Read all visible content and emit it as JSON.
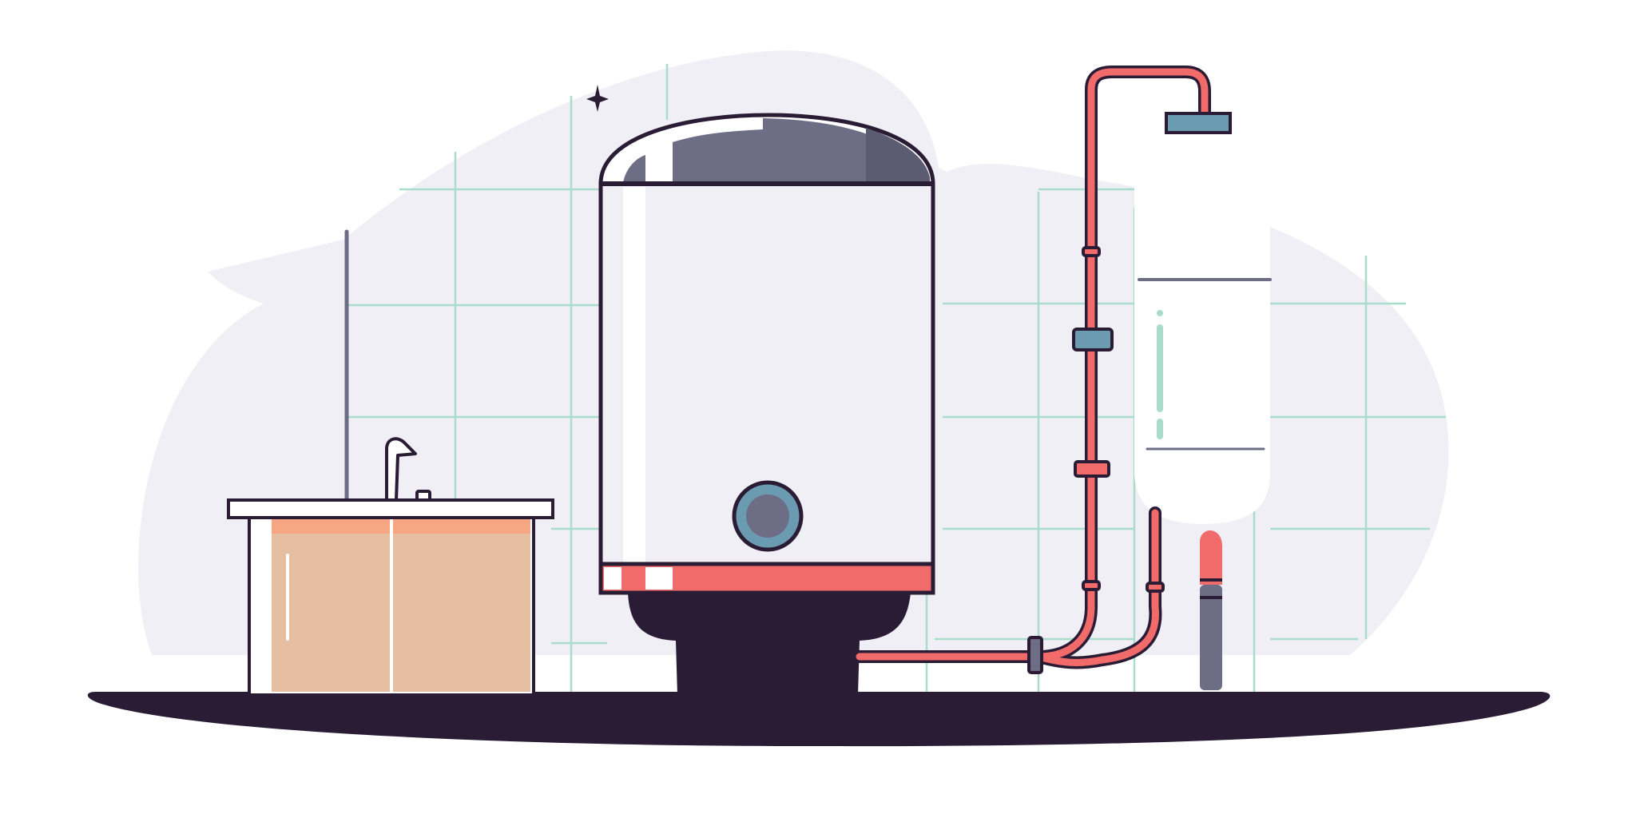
{
  "scene": {
    "description_free": true,
    "colors": {
      "background": "#ffffff",
      "blob": "#f0eff6",
      "tile_line": "#a9dcc9",
      "outline": "#2b1c35",
      "tank_body": "#f0eff6",
      "tank_top_shade": "#6d6d86",
      "tank_top_dark": "#5b5b72",
      "tank_band": "#f26b6b",
      "gauge_ring": "#6b9bb0",
      "gauge_center": "#6d6d86",
      "hot_pipe": "#f26b6b",
      "cold_pipe": "#6d6d86",
      "pipe_clamp": "#6b9bb0",
      "cabinet_front": "#e6bfa3",
      "cabinet_top": "#f7a684",
      "mint_accent": "#a9dcc9",
      "floor": "#2b1c35"
    },
    "icons": [
      "water-heater-tank",
      "shower-head",
      "shower-curtain",
      "sink-faucet",
      "sink-cabinet",
      "temperature-gauge",
      "hot-water-pipe",
      "sparkle-star"
    ]
  }
}
